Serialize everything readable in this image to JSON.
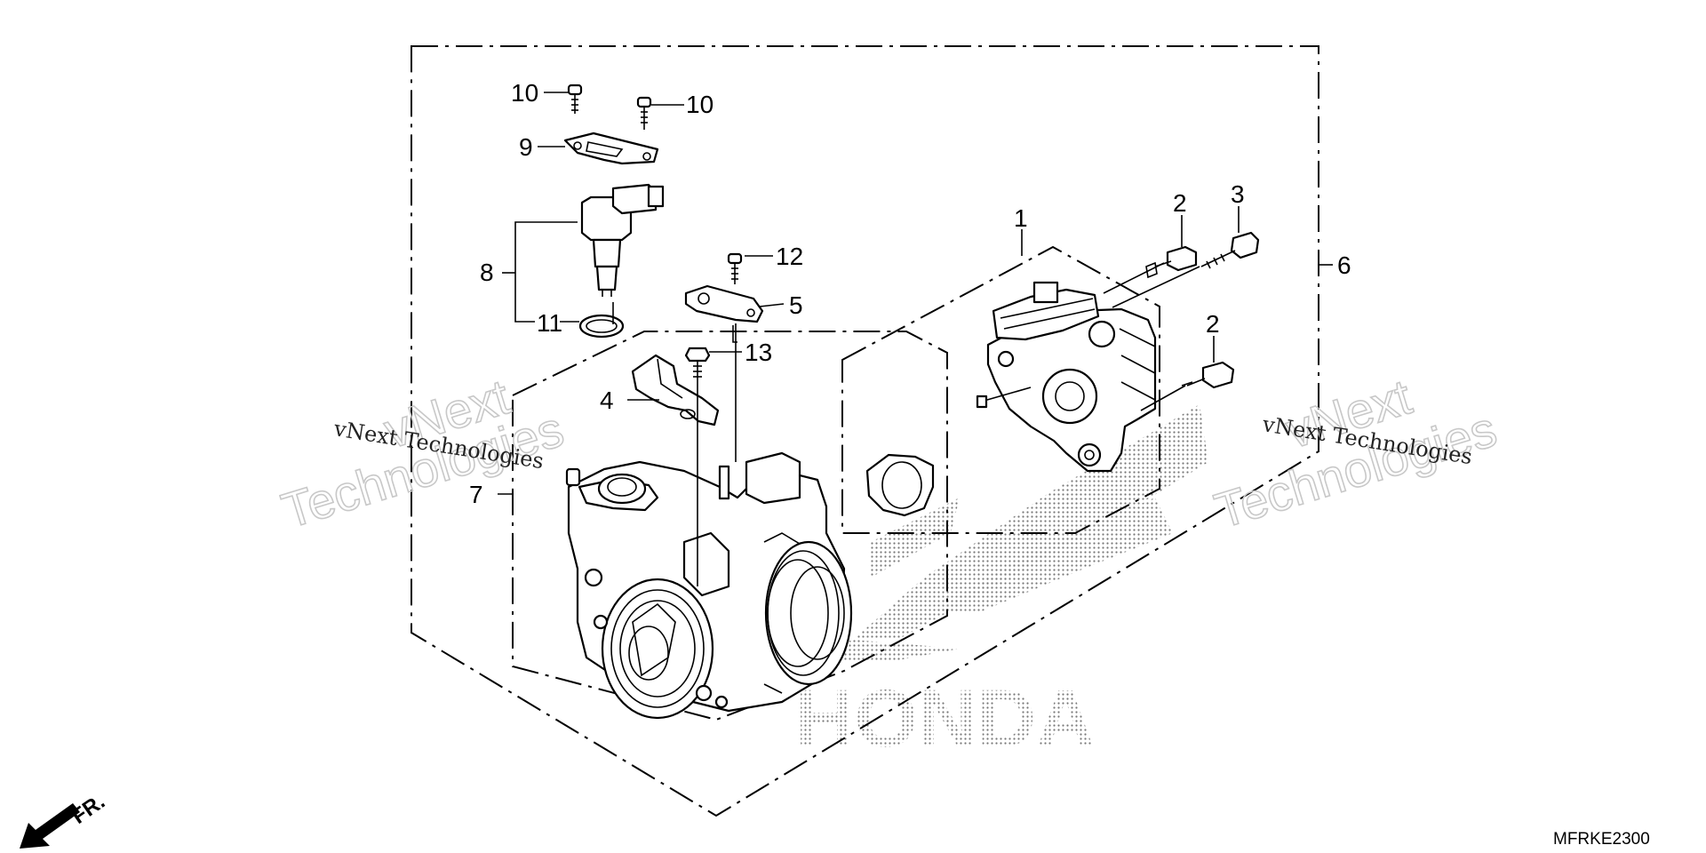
{
  "callouts": {
    "c1": "1",
    "c2a": "2",
    "c2b": "2",
    "c3": "3",
    "c4": "4",
    "c5": "5",
    "c6": "6",
    "c7": "7",
    "c8": "8",
    "c9": "9",
    "c10a": "10",
    "c10b": "10",
    "c11": "11",
    "c12": "12",
    "c13": "13"
  },
  "watermark": {
    "line1": "vNext Technologies",
    "big_top": "vNext",
    "big_bottom": "Technologies"
  },
  "brand_mark": "HONDA",
  "direction_label": "FR.",
  "diagram_code": "MFRKE2300"
}
